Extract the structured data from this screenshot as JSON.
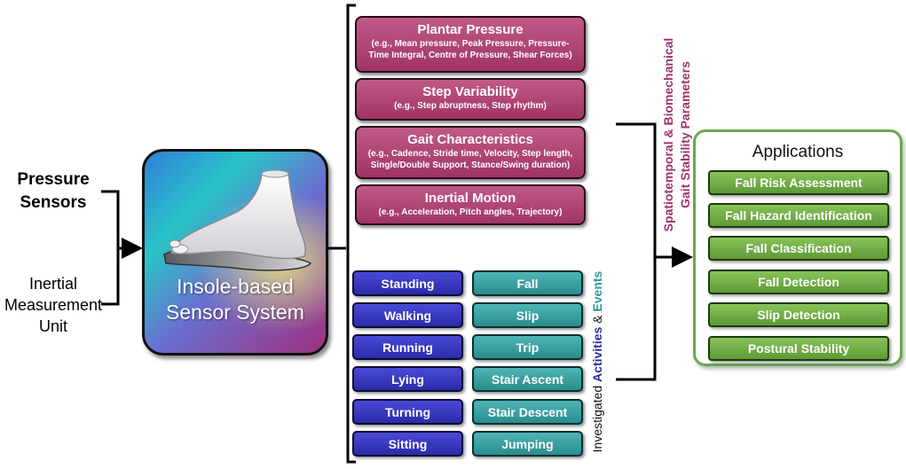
{
  "inputs": {
    "pressure": [
      "Pressure",
      "Sensors"
    ],
    "imu": [
      "Inertial",
      "Measurement",
      "Unit"
    ]
  },
  "sensor_system": {
    "lines": [
      "Insole-based",
      "Sensor System"
    ],
    "icon": "foot-insole-icon"
  },
  "parameters": {
    "label_lines": [
      "Spatiotemporal & Biomechanical",
      "Gait Stability Parameters"
    ],
    "items": [
      {
        "title": "Plantar Pressure",
        "sub": "(e.g., Mean pressure, Peak Pressure, Pressure-Time Integral, Centre of Pressure, Shear Forces)"
      },
      {
        "title": "Step Variability",
        "sub": "(e.g., Step abruptness, Step rhythm)"
      },
      {
        "title": "Gait Characteristics",
        "sub": "(e.g., Cadence, Stride time, Velocity, Step length, Single/Double Support, Stance/Swing duration)"
      },
      {
        "title": "Inertial Motion",
        "sub": "(e.g., Acceleration, Pitch angles, Trajectory)"
      }
    ]
  },
  "activities_label": {
    "prefix": "Investigated",
    "activities": "Activities",
    "amp": "&",
    "events": "Events"
  },
  "activities": [
    "Standing",
    "Walking",
    "Running",
    "Lying",
    "Turning",
    "Sitting"
  ],
  "events": [
    "Fall",
    "Slip",
    "Trip",
    "Stair Ascent",
    "Stair Descent",
    "Jumping"
  ],
  "applications": {
    "title": "Applications",
    "items": [
      "Fall Risk Assessment",
      "Fall Hazard Identification",
      "Fall Classification",
      "Fall Detection",
      "Slip Detection",
      "Postural Stability"
    ]
  },
  "colors": {
    "parameter": "#a13366",
    "activity": "#2b2d9a",
    "event": "#2a9a9a",
    "application": "#6aa84f"
  }
}
